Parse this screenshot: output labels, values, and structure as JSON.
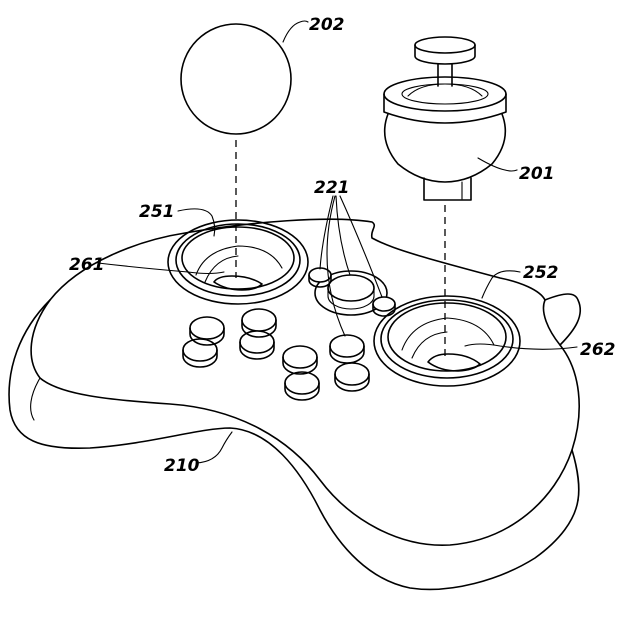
{
  "diagram": {
    "labels": {
      "ref_201": "201",
      "ref_202": "202",
      "ref_210": "210",
      "ref_221": "221",
      "ref_251": "251",
      "ref_252": "252",
      "ref_261": "261",
      "ref_262": "262"
    },
    "colors": {
      "ink": "#000000",
      "paper": "#ffffff"
    }
  }
}
